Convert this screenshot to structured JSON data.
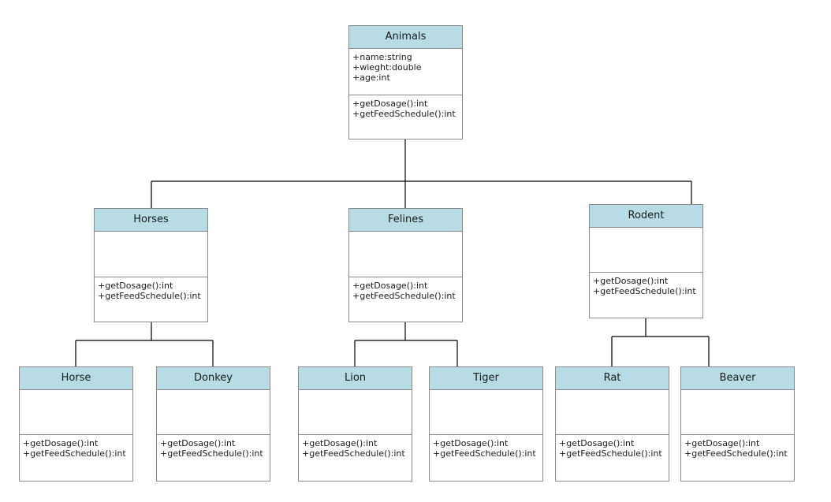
{
  "diagram": {
    "line_color": "#000000",
    "header_color": "#b8dce6",
    "classes": [
      {
        "id": "animals",
        "name": "Animals",
        "attributes": [
          "+name:string",
          "+wieght:double",
          "+age:int"
        ],
        "operations": [
          "+getDosage():int",
          "+getFeedSchedule():int"
        ]
      },
      {
        "id": "horses",
        "name": "Horses",
        "attributes": [],
        "operations": [
          "+getDosage():int",
          "+getFeedSchedule():int"
        ]
      },
      {
        "id": "felines",
        "name": "Felines",
        "attributes": [],
        "operations": [
          "+getDosage():int",
          "+getFeedSchedule():int"
        ]
      },
      {
        "id": "rodent",
        "name": "Rodent",
        "attributes": [],
        "operations": [
          "+getDosage():int",
          "+getFeedSchedule():int"
        ]
      },
      {
        "id": "horse",
        "name": "Horse",
        "attributes": [],
        "operations": [
          "+getDosage():int",
          "+getFeedSchedule():int"
        ]
      },
      {
        "id": "donkey",
        "name": "Donkey",
        "attributes": [],
        "operations": [
          "+getDosage():int",
          "+getFeedSchedule():int"
        ]
      },
      {
        "id": "lion",
        "name": "Lion",
        "attributes": [],
        "operations": [
          "+getDosage():int",
          "+getFeedSchedule():int"
        ]
      },
      {
        "id": "tiger",
        "name": "Tiger",
        "attributes": [],
        "operations": [
          "+getDosage():int",
          "+getFeedSchedule():int"
        ]
      },
      {
        "id": "rat",
        "name": "Rat",
        "attributes": [],
        "operations": [
          "+getDosage():int",
          "+getFeedSchedule():int"
        ]
      },
      {
        "id": "beaver",
        "name": "Beaver",
        "attributes": [],
        "operations": [
          "+getDosage():int",
          "+getFeedSchedule():int"
        ]
      }
    ],
    "inheritance": [
      {
        "parent": "animals",
        "children": [
          "horses",
          "felines",
          "rodent"
        ]
      },
      {
        "parent": "horses",
        "children": [
          "horse",
          "donkey"
        ]
      },
      {
        "parent": "felines",
        "children": [
          "lion",
          "tiger"
        ]
      },
      {
        "parent": "rodent",
        "children": [
          "rat",
          "beaver"
        ]
      }
    ]
  }
}
